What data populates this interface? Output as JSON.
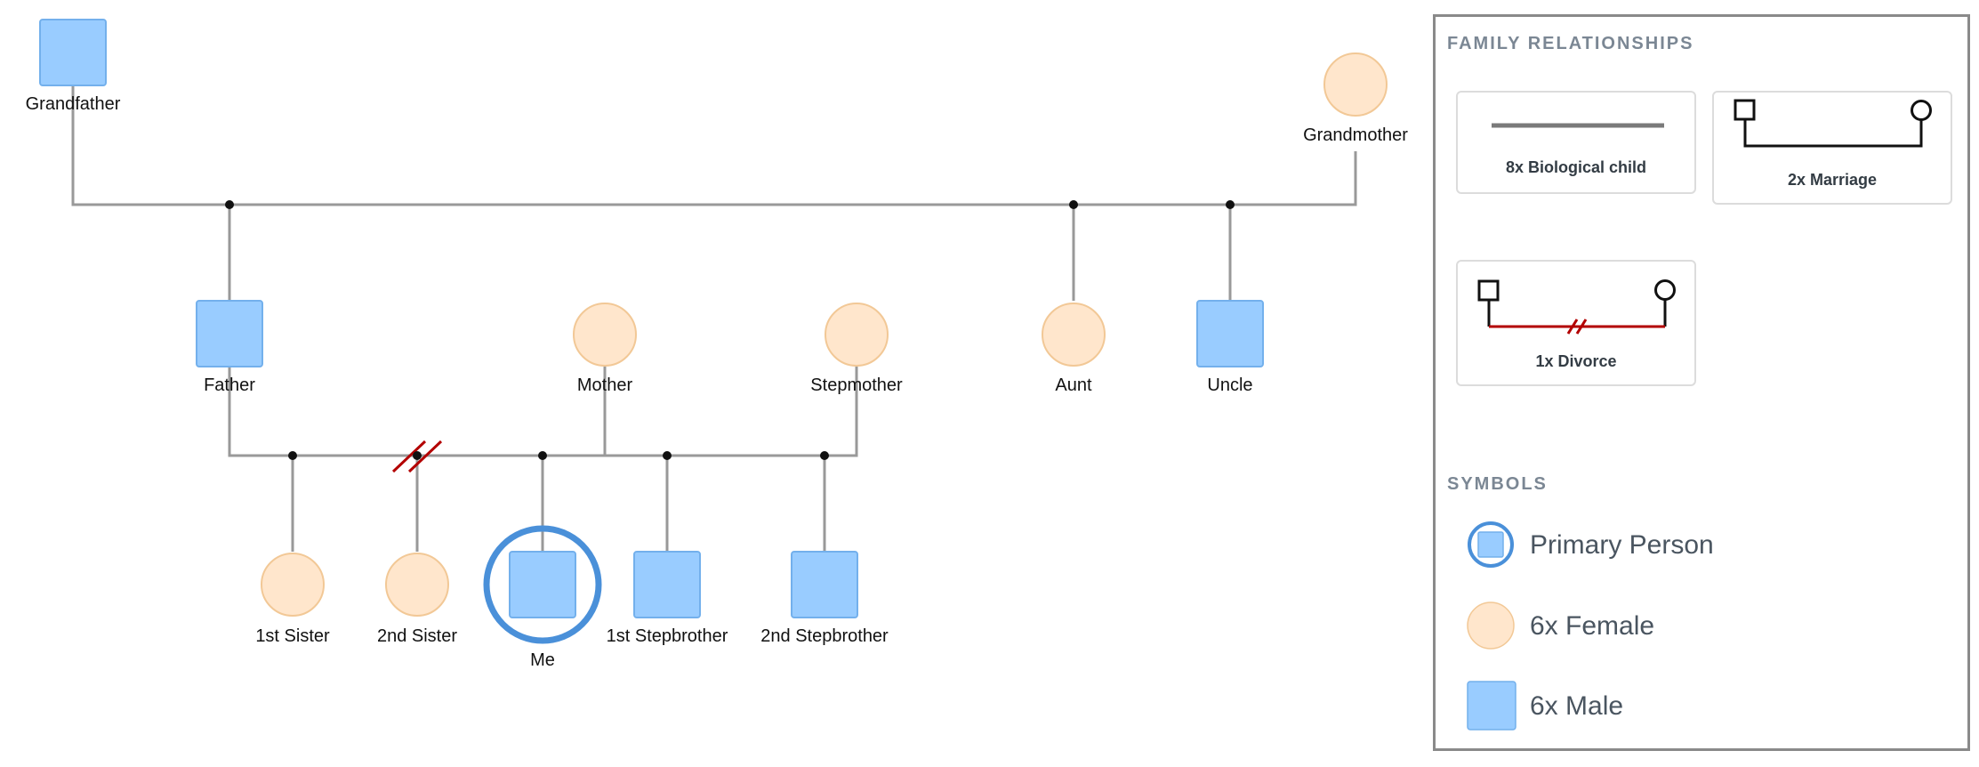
{
  "colors": {
    "male_fill": "#99ccff",
    "male_stroke": "#73b0ec",
    "female_fill": "#ffe6cc",
    "female_stroke": "#f2c896",
    "primary_ring": "#4a90d9",
    "line": "#999999",
    "junction": "#111111",
    "divorce": "#b30000"
  },
  "people": {
    "grandfather": {
      "label": "Grandfather",
      "sex": "male"
    },
    "grandmother": {
      "label": "Grandmother",
      "sex": "female"
    },
    "father": {
      "label": "Father",
      "sex": "male"
    },
    "mother": {
      "label": "Mother",
      "sex": "female"
    },
    "stepmother": {
      "label": "Stepmother",
      "sex": "female"
    },
    "aunt": {
      "label": "Aunt",
      "sex": "female"
    },
    "uncle": {
      "label": "Uncle",
      "sex": "male"
    },
    "sister1": {
      "label": "1st Sister",
      "sex": "female"
    },
    "sister2": {
      "label": "2nd Sister",
      "sex": "female"
    },
    "me": {
      "label": "Me",
      "sex": "male",
      "primary": true
    },
    "stepbrother1": {
      "label": "1st Stepbrother",
      "sex": "male"
    },
    "stepbrother2": {
      "label": "2nd Stepbrother",
      "sex": "male"
    }
  },
  "legend": {
    "relationships_title": "FAMILY RELATIONSHIPS",
    "relationships": [
      {
        "key": "biological",
        "label": "8x Biological child",
        "icon": "biological-child-line-icon"
      },
      {
        "key": "marriage",
        "label": "2x Marriage",
        "icon": "marriage-connector-icon"
      },
      {
        "key": "divorce",
        "label": "1x Divorce",
        "icon": "divorce-connector-icon"
      }
    ],
    "symbols_title": "SYMBOLS",
    "symbols": [
      {
        "key": "primary",
        "label": "Primary Person",
        "icon": "primary-person-icon"
      },
      {
        "key": "female",
        "label": "6x Female",
        "icon": "female-circle-icon"
      },
      {
        "key": "male",
        "label": "6x Male",
        "icon": "male-square-icon"
      }
    ]
  }
}
